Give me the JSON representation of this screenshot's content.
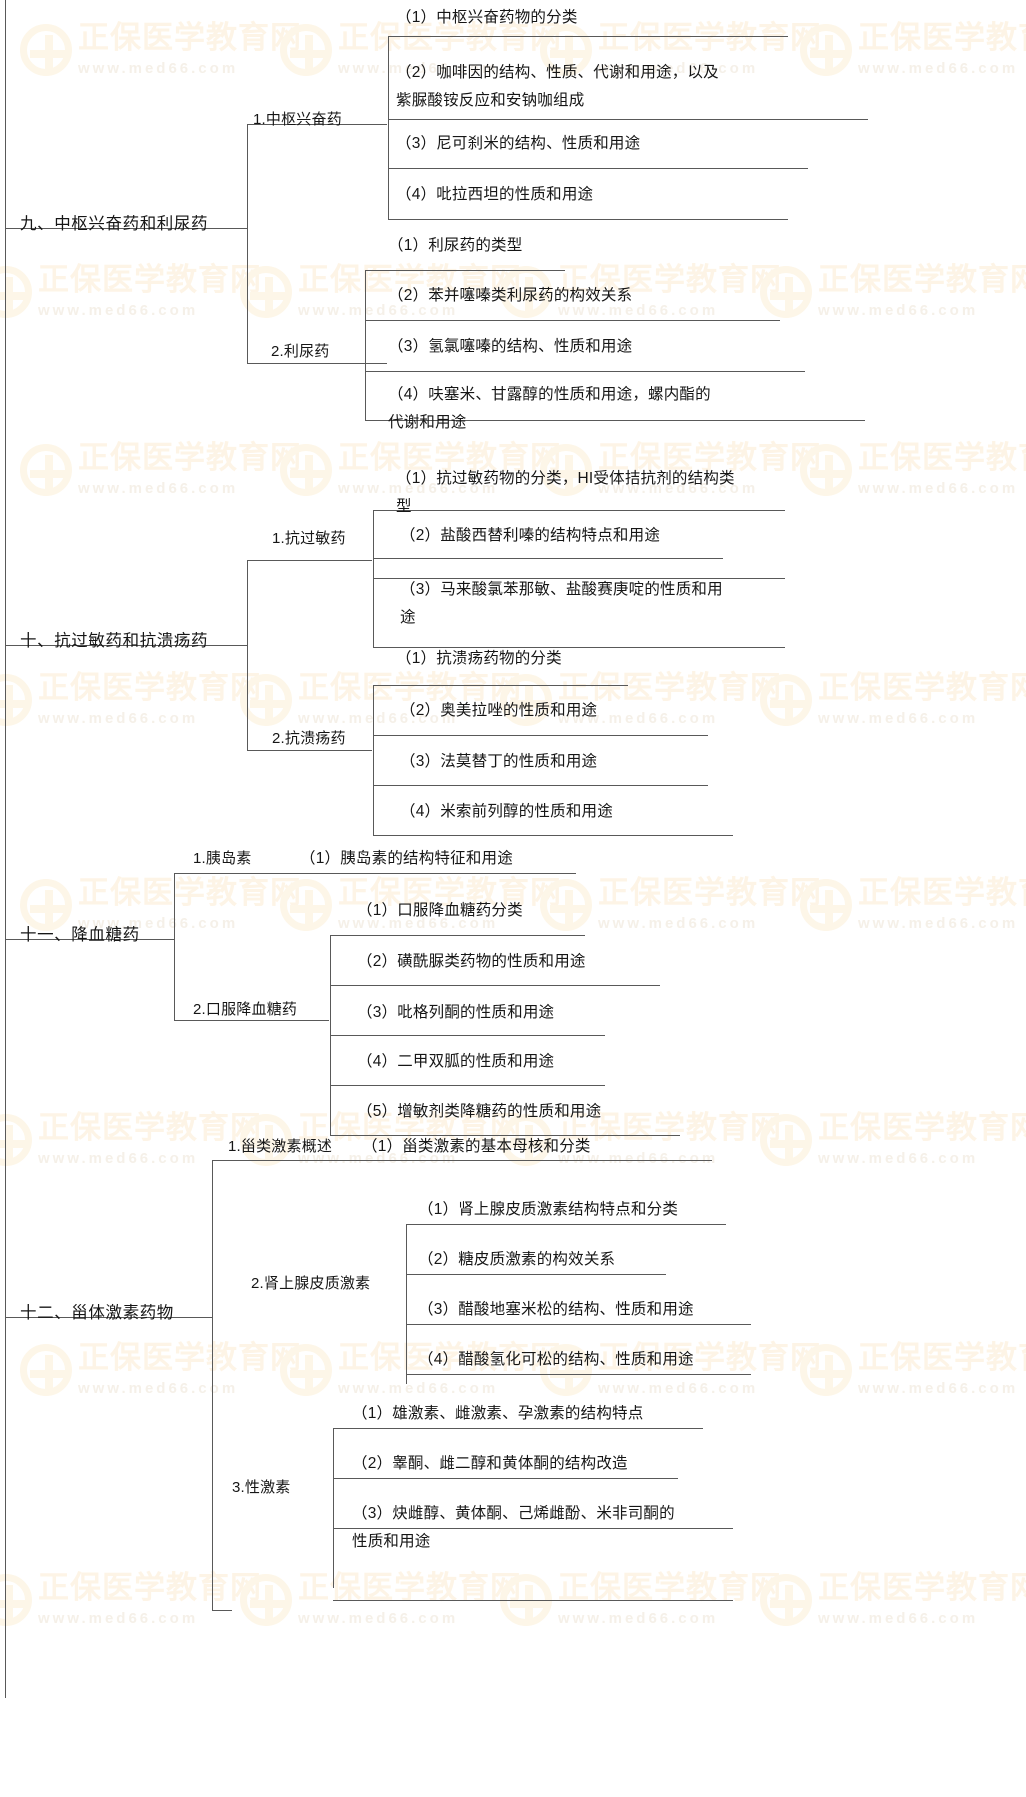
{
  "document": {
    "type": "mindmap-outline",
    "watermark": {
      "brand": "正保医学教育网",
      "url": "www.med66.com",
      "logo_icon": "circle-cross-logo"
    }
  },
  "tree": {
    "branches": [
      {
        "id": "b9",
        "label": "九、中枢兴奋药和利尿药",
        "children": [
          {
            "id": "b9-1",
            "label": "1.中枢兴奋药",
            "items": [
              "（1）中枢兴奋药物的分类",
              "（2）咖啡因的结构、性质、代谢和用途，以及\n紫脲酸铵反应和安钠咖组成",
              "（3）尼可刹米的结构、性质和用途",
              "（4）吡拉西坦的性质和用途"
            ]
          },
          {
            "id": "b9-2",
            "label": "2.利尿药",
            "items": [
              "（1）利尿药的类型",
              "（2）苯并噻嗪类利尿药的构效关系",
              "（3）氢氯噻嗪的结构、性质和用途",
              "（4）呋塞米、甘露醇的性质和用途，螺内酯的\n代谢和用途"
            ]
          }
        ]
      },
      {
        "id": "b10",
        "label": "十、抗过敏药和抗溃疡药",
        "children": [
          {
            "id": "b10-1",
            "label": "1.抗过敏药",
            "items": [
              "（1）抗过敏药物的分类，HI受体拮抗剂的结构类\n型",
              "（2）盐酸西替利嗪的结构特点和用途",
              "（3）马来酸氯苯那敏、盐酸赛庚啶的性质和用\n途"
            ]
          },
          {
            "id": "b10-2",
            "label": "2.抗溃疡药",
            "items": [
              "（1）抗溃疡药物的分类",
              "（2）奥美拉唑的性质和用途",
              "（3）法莫替丁的性质和用途",
              "（4）米索前列醇的性质和用途"
            ]
          }
        ]
      },
      {
        "id": "b11",
        "label": "十一、降血糖药",
        "children": [
          {
            "id": "b11-1",
            "label": "1.胰岛素",
            "items": [
              "（1）胰岛素的结构特征和用途"
            ]
          },
          {
            "id": "b11-2",
            "label": "2.口服降血糖药",
            "items": [
              "（1）口服降血糖药分类",
              "（2）磺酰脲类药物的性质和用途",
              "（3）吡格列酮的性质和用途",
              "（4）二甲双胍的性质和用途",
              "（5）增敏剂类降糖药的性质和用途"
            ]
          }
        ]
      },
      {
        "id": "b12",
        "label": "十二、甾体激素药物",
        "children": [
          {
            "id": "b12-1",
            "label": "1.甾类激素概述",
            "items": [
              "（1）甾类激素的基本母核和分类"
            ]
          },
          {
            "id": "b12-2",
            "label": "2.肾上腺皮质激素",
            "items": [
              "（1）肾上腺皮质激素结构特点和分类",
              "（2）糖皮质激素的构效关系",
              "（3）醋酸地塞米松的结构、性质和用途",
              "（4）醋酸氢化可松的结构、性质和用途"
            ]
          },
          {
            "id": "b12-3",
            "label": "3.性激素",
            "items": [
              "（1）雄激素、雌激素、孕激素的结构特点",
              "（2）睾酮、雌二醇和黄体酮的结构改造",
              "（3）炔雌醇、黄体酮、己烯雌酚、米非司酮的\n性质和用途"
            ]
          }
        ]
      }
    ]
  }
}
